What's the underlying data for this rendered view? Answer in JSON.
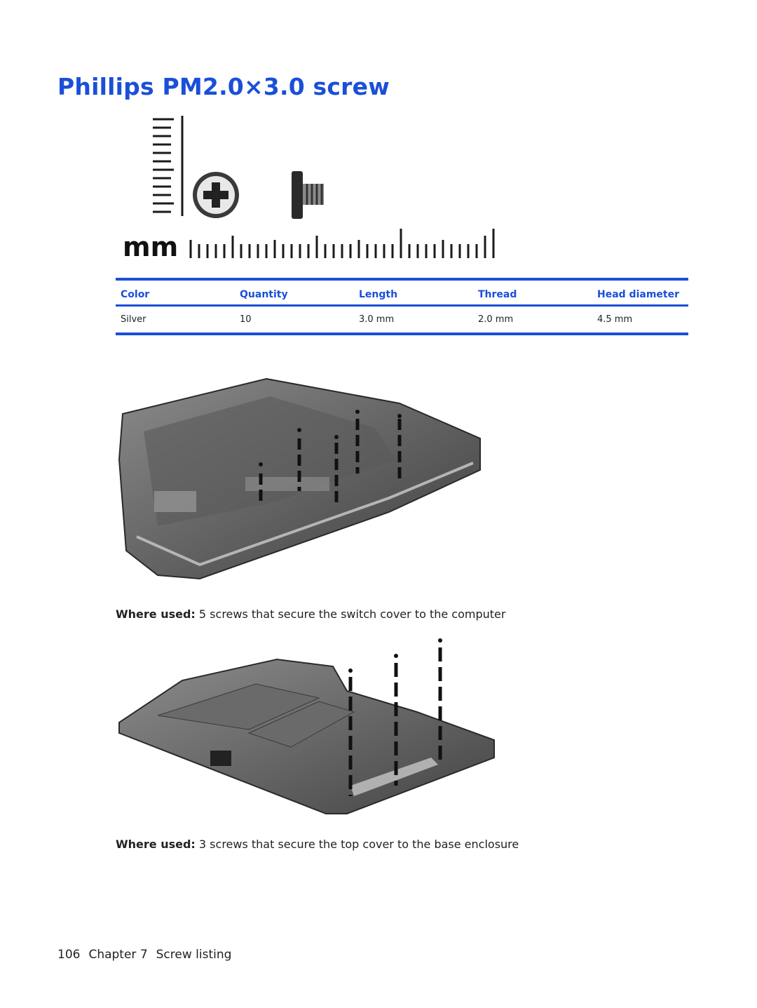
{
  "page": {
    "title": "Phillips PM2.0×3.0 screw",
    "scale_label": "mm"
  },
  "table": {
    "headers": [
      "Color",
      "Quantity",
      "Length",
      "Thread",
      "Head diameter"
    ],
    "rows": [
      [
        "Silver",
        "10",
        "3.0 mm",
        "2.0 mm",
        "4.5 mm"
      ]
    ]
  },
  "captions": [
    {
      "label": "Where used:",
      "text": " 5 screws that secure the switch cover to the computer"
    },
    {
      "label": "Where used:",
      "text": " 3 screws that secure the top cover to the base enclosure"
    }
  ],
  "footer": {
    "page_number": "106",
    "chapter": "Chapter 7",
    "section": "Screw listing"
  },
  "colors": {
    "accent": "#1a4fd8",
    "laptop_body": "#5a5a5a"
  }
}
